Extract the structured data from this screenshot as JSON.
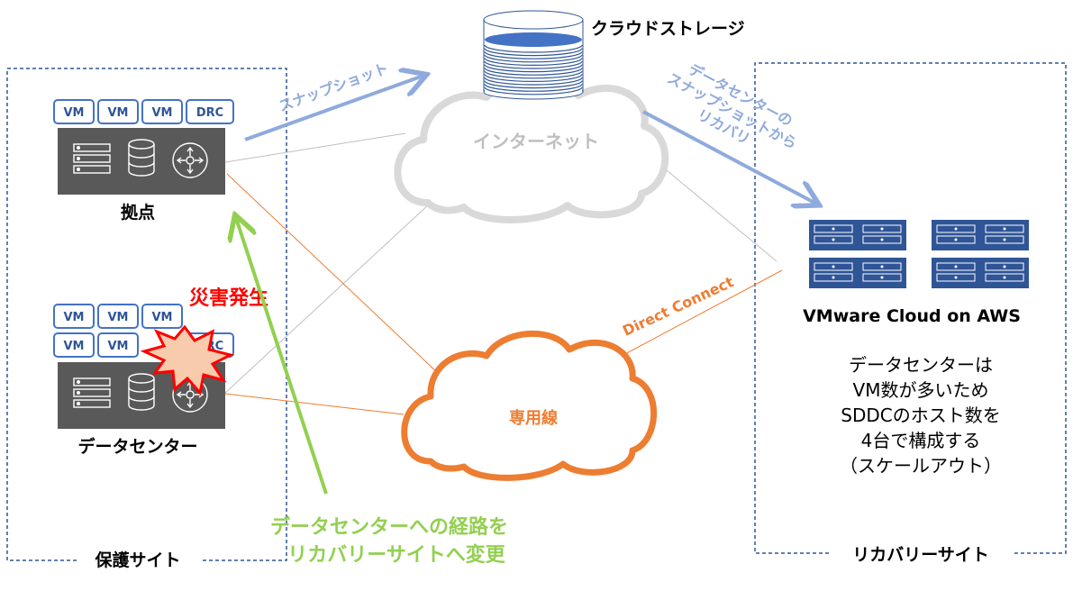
{
  "colors": {
    "dash_border": "#2f5597",
    "vm_border": "#4472c4",
    "vm_text": "#2f5597",
    "server_bg": "#595959",
    "arrow_blue": "#8faadc",
    "internet_cloud": "#d9d9d9",
    "internet_text": "#bfbfbf",
    "dedicated_line": "#ed7d31",
    "green": "#92d050",
    "red": "#ff0000",
    "burst_fill": "#f8cbad",
    "aws_host": "#2f5597",
    "disk_blue": "#4472c4"
  },
  "protected_site": {
    "label": "保護サイト",
    "branch": {
      "label": "拠点",
      "vms": [
        "VM",
        "VM",
        "VM",
        "DRC"
      ]
    },
    "datacenter": {
      "label": "データセンター",
      "vms_row1": [
        "VM",
        "VM",
        "VM"
      ],
      "vms_row2": [
        "VM",
        "VM",
        "DRC"
      ],
      "disaster_label": "災害発生"
    }
  },
  "cloud_storage": {
    "label": "クラウドストレージ"
  },
  "internet": {
    "label": "インターネット"
  },
  "dedicated": {
    "label": "専用線",
    "link_label": "Direct Connect"
  },
  "arrows": {
    "snapshot": "スナップショット",
    "recovery_line1": "データセンターの",
    "recovery_line2": "スナップショットから",
    "recovery_line3": "リカバリ"
  },
  "route_change": {
    "line1": "データセンターへの経路を",
    "line2": "リカバリーサイトへ変更"
  },
  "recovery_site": {
    "label": "リカバリーサイト",
    "vmc_label": "VMware Cloud on AWS",
    "note": [
      "データセンターは",
      "VM数が多いため",
      "SDDCのホスト数を",
      "4台で構成する",
      "（スケールアウト）"
    ]
  }
}
